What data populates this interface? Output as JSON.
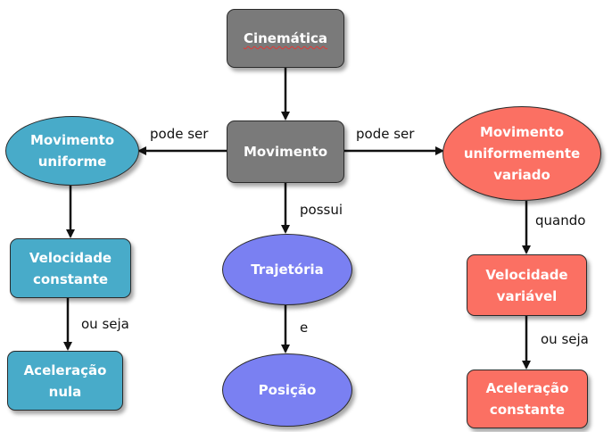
{
  "nodes": {
    "cinematica": "Cinemática",
    "movimento": "Movimento",
    "movimento_uniforme": "Movimento\nuniforme",
    "movimento_uv": "Movimento\nuniformemente\nvariado",
    "velocidade_constante": "Velocidade\nconstante",
    "trajetoria": "Trajetória",
    "velocidade_variavel": "Velocidade\nvariável",
    "aceleracao_nula": "Aceleração\nnula",
    "posicao": "Posição",
    "aceleracao_constante": "Aceleração\nconstante"
  },
  "edge_labels": {
    "pode_ser_left": "pode ser",
    "pode_ser_right": "pode ser",
    "possui": "possui",
    "quando": "quando",
    "ou_seja_left": "ou seja",
    "e": "e",
    "ou_seja_right": "ou seja"
  },
  "colors": {
    "gray": "#7a7a7a",
    "teal": "#48abc9",
    "blue": "#7a80f2",
    "red": "#fb7063"
  }
}
